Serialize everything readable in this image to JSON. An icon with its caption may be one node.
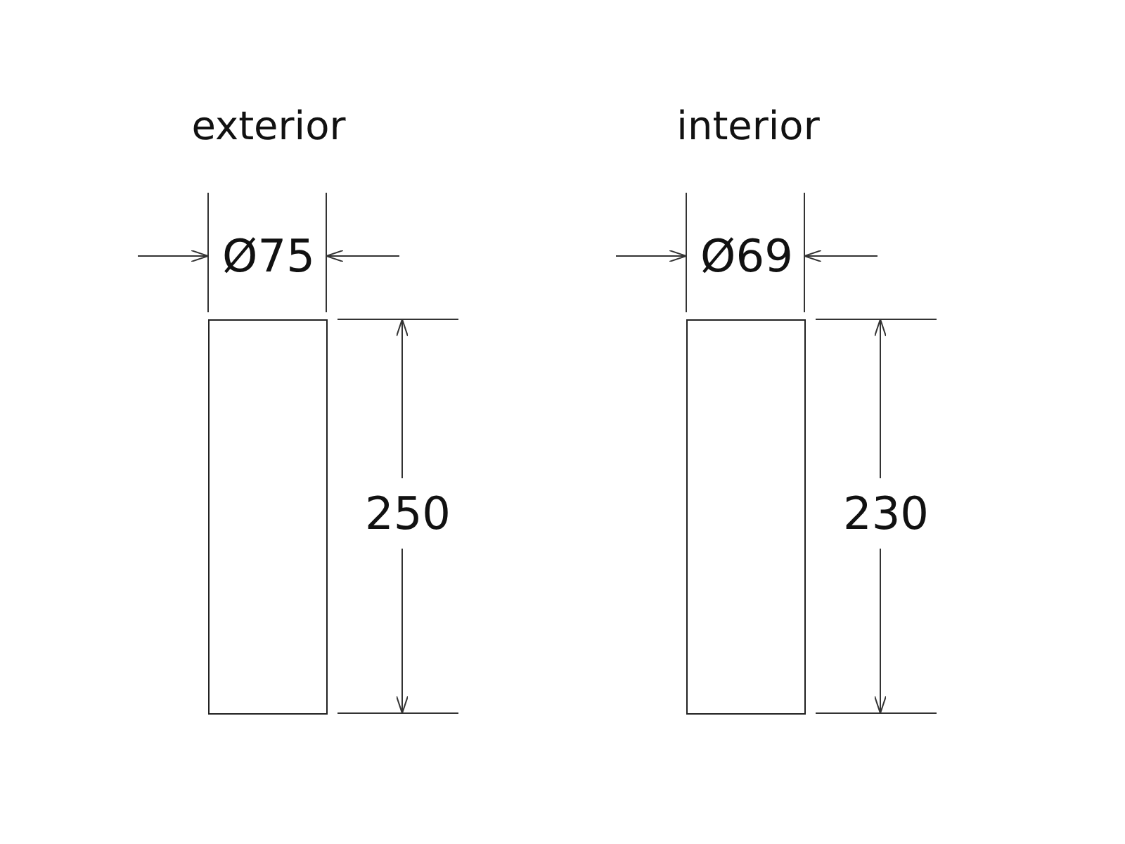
{
  "diagram": {
    "nodes": [
      {
        "text": [],
        "shape": "box"
      },
      {
        "text": [],
        "shape": "box"
      }
    ],
    "labels": [
      "exterior",
      "interior",
      "Ø75",
      "250",
      "Ø69",
      "230"
    ]
  }
}
